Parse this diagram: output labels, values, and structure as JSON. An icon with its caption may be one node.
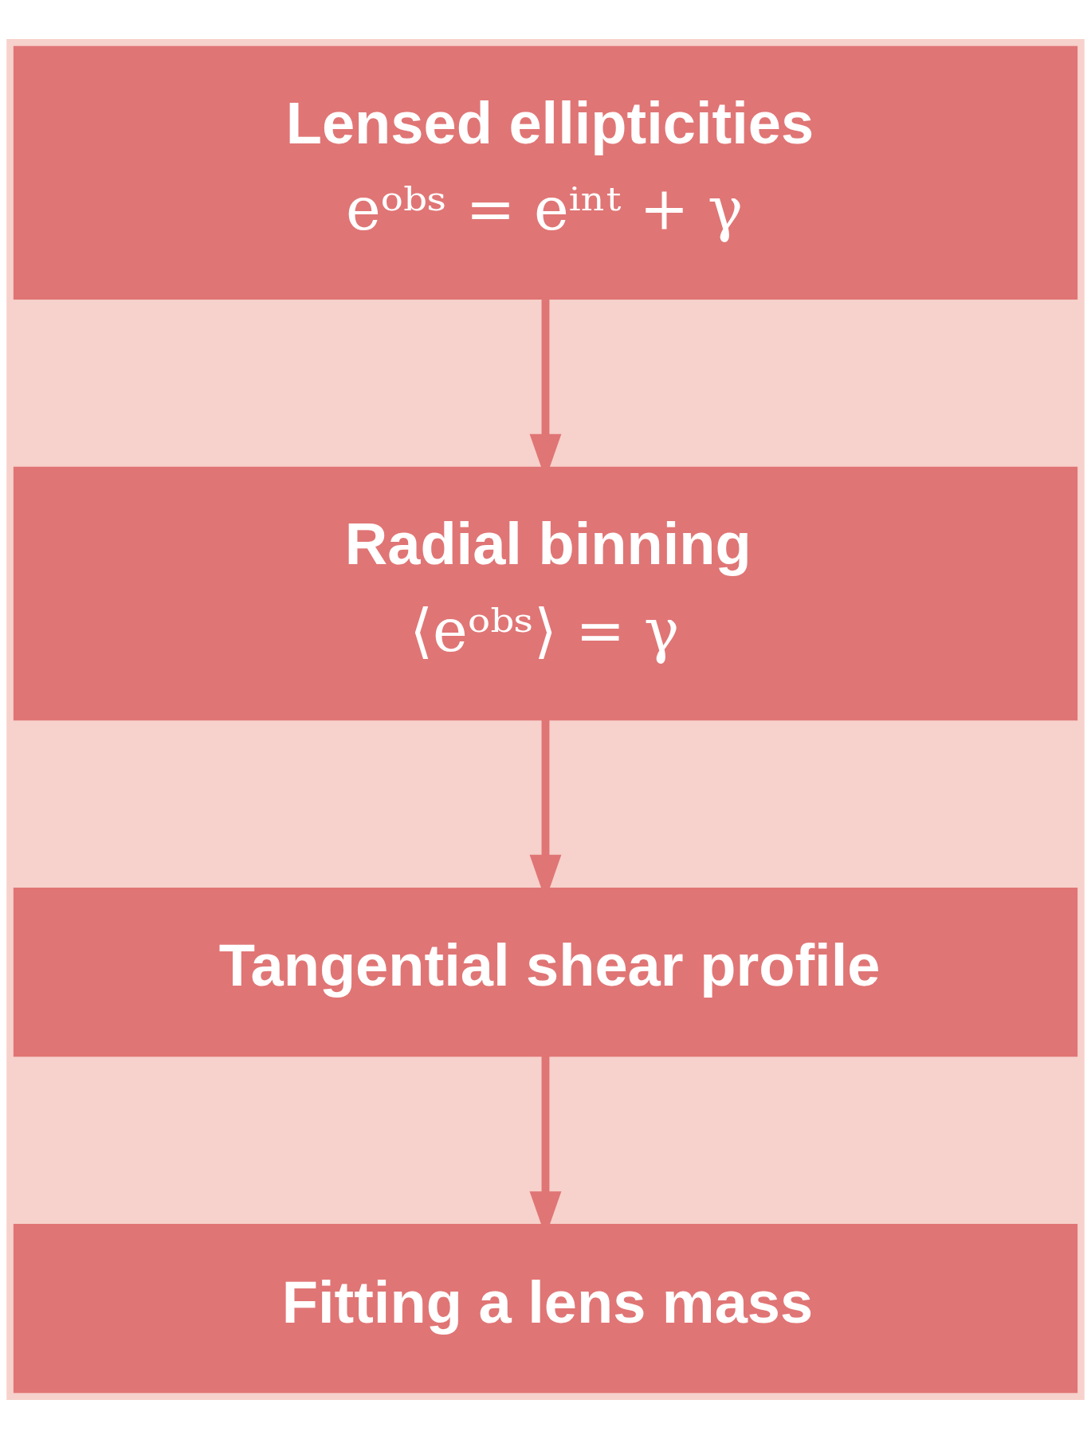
{
  "diagram": {
    "nodes": [
      {
        "text": [
          "Lensed ellipticities",
          "eᵒᵇˢ = eⁱⁿᵗ + γ"
        ]
      },
      {
        "text": [
          "Radial binning",
          "⟨eᵒᵇˢ⟩ = γ"
        ]
      },
      {
        "text": [
          "Tangential shear profile"
        ]
      },
      {
        "text": [
          "Fitting a lens mass"
        ]
      }
    ],
    "edges": [
      {
        "from": 0,
        "to": 1,
        "arrow": "to"
      },
      {
        "from": 1,
        "to": 2,
        "arrow": "to"
      },
      {
        "from": 2,
        "to": 3,
        "arrow": "to"
      }
    ]
  }
}
